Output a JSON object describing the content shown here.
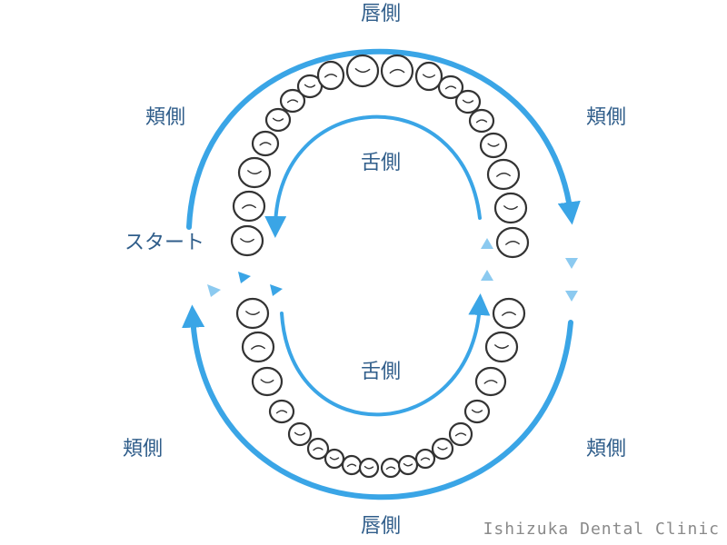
{
  "labels": {
    "labial_top": "唇側",
    "labial_bottom": "唇側",
    "buccal_upper_left": "頬側",
    "buccal_upper_right": "頬側",
    "buccal_lower_left": "頬側",
    "buccal_lower_right": "頬側",
    "lingual_upper": "舌側",
    "lingual_lower": "舌側",
    "start": "スタート"
  },
  "credit": "Ishizuka Dental Clinic",
  "colors": {
    "arrow": "#3aa5e6",
    "arrow_light": "#8ccaf0",
    "tooth_outline": "#333333",
    "label": "#2f5d8a"
  }
}
